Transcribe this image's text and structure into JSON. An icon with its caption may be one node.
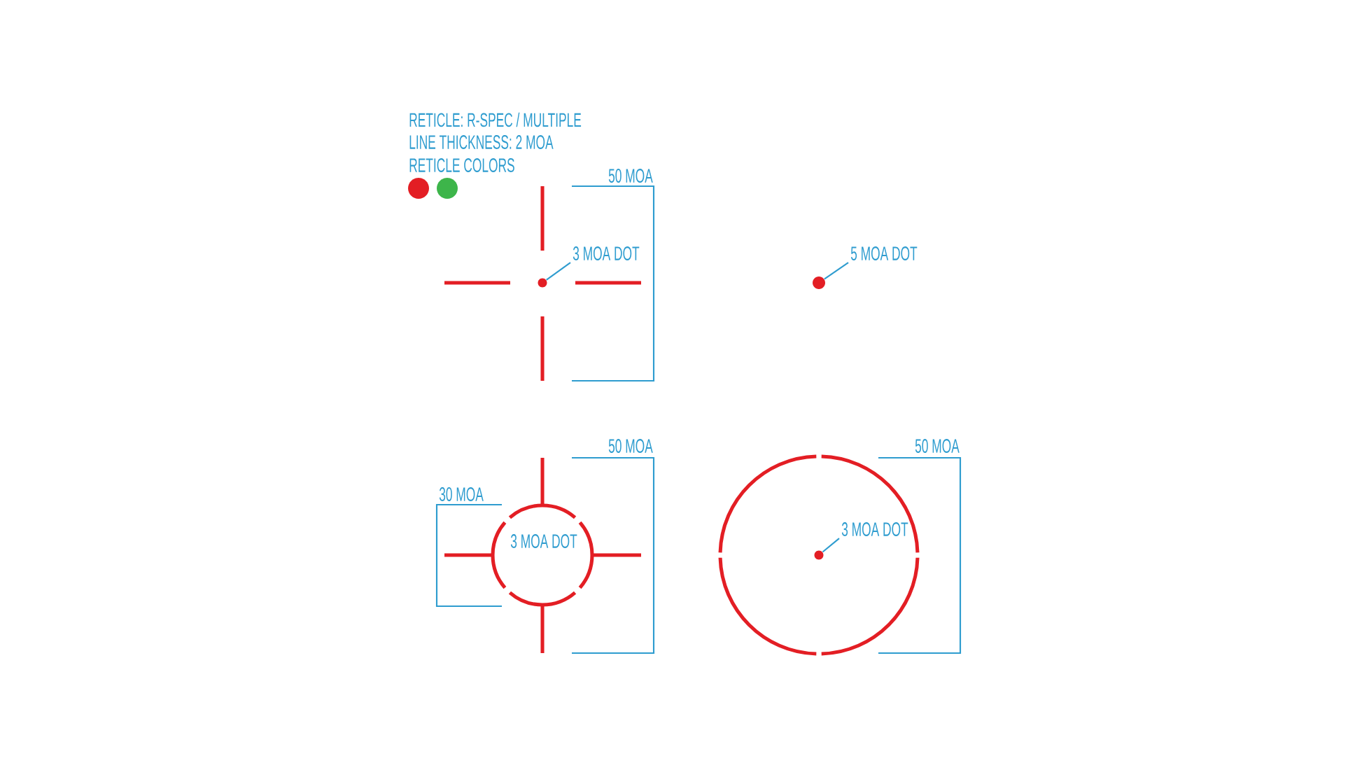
{
  "diagram": {
    "nodes": [
      {
        "text": [
          "3 MOA DOT"
        ]
      },
      {
        "text": [],
        "shape": "circle"
      },
      {
        "text": [
          "5 MOA DOT"
        ]
      },
      {
        "text": [],
        "shape": "circle"
      },
      {
        "text": [
          "3 MOA DOT"
        ]
      },
      {
        "text": [],
        "shape": "circle"
      }
    ],
    "edges": [
      {
        "from": 0,
        "to": 1,
        "arrow": "none"
      },
      {
        "from": 2,
        "to": 3,
        "arrow": "none"
      },
      {
        "from": 4,
        "to": 5,
        "arrow": "none"
      }
    ],
    "labels": [
      "RETICLE: R-SPEC / MULTIPLE",
      "LINE THICKNESS: 2 MOA",
      "RETICLE COLORS",
      "50 MOA",
      "50 MOA",
      "30 MOA",
      "3 MOA DOT",
      "50 MOA"
    ]
  }
}
